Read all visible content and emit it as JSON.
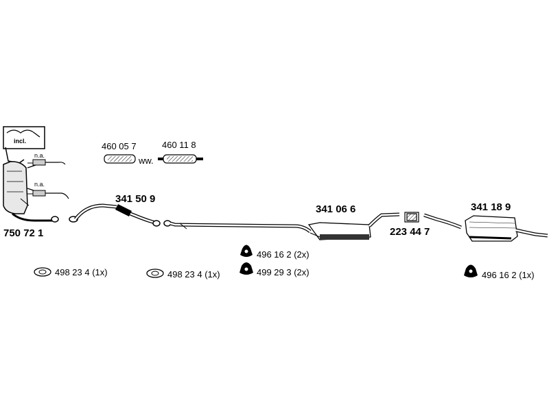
{
  "parts": {
    "catalyst": "750 72 1",
    "incl_label": "incl.",
    "na_top": "n.a.",
    "na_bottom": "n.a.",
    "front_pipe": "341 50 9",
    "middle_silencer": "341 06 6",
    "connector": "223 44 7",
    "rear_silencer": "341 18 9",
    "flex_a": "460 05 7",
    "flex_b": "460 11 8",
    "ww": "ww."
  },
  "hardware": {
    "gasket_1": "498 23 4 (1x)",
    "gasket_2": "498 23 4 (1x)",
    "hanger_mid": "496 16 2 (2x)",
    "hanger_mid_2": "499 29 3 (2x)",
    "hanger_rear": "496 16 2 (1x)"
  }
}
